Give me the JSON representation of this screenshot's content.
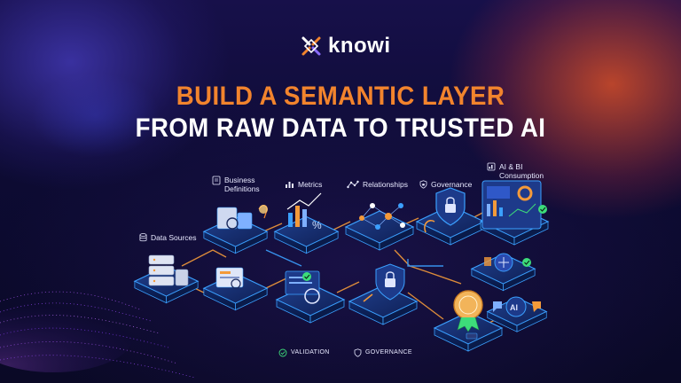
{
  "brand": {
    "name": "knowi",
    "accent": "#f2842d",
    "tile_edge": "#3ba0ff",
    "pipe": "#f39a3a",
    "check": "#3ddc7a"
  },
  "headline": {
    "line1": "BUILD A SEMANTIC LAYER",
    "line2": "FROM RAW DATA TO TRUSTED AI"
  },
  "stages": {
    "data_sources": {
      "label": "Data Sources",
      "icon": "database-icon"
    },
    "business_definitions": {
      "line1": "Business",
      "line2": "Definitions",
      "icon": "book-icon"
    },
    "metrics": {
      "label": "Metrics",
      "icon": "bar-chart-icon"
    },
    "relationships": {
      "label": "Relationships",
      "icon": "network-icon"
    },
    "governance": {
      "label": "Governance",
      "icon": "shield-icon"
    },
    "ai_bi": {
      "line1": "AI & BI",
      "line2": "Consumption",
      "icon": "dashboard-icon"
    }
  },
  "footer": {
    "validation": {
      "label": "VALIDATION",
      "icon": "check-circle-icon"
    },
    "governance": {
      "label": "GOVERNANCE",
      "icon": "shield-icon"
    }
  }
}
